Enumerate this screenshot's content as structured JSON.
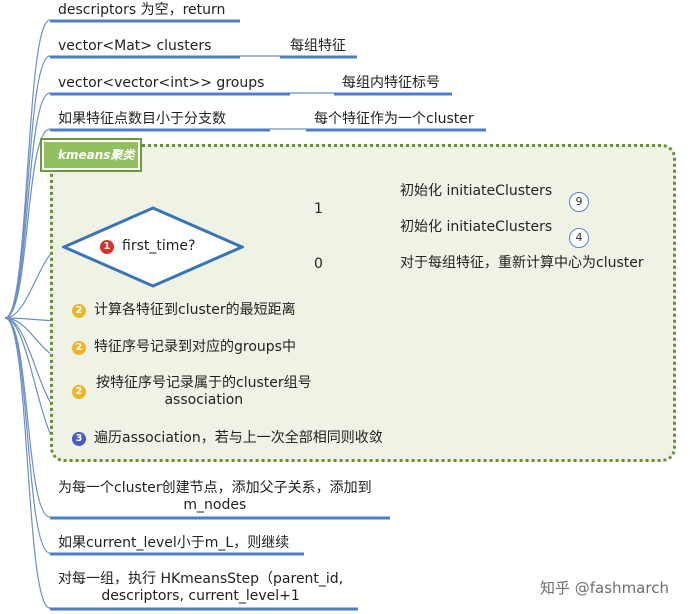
{
  "frame": {
    "title": "kmeans聚类"
  },
  "nodes": {
    "descriptors_empty": "descriptors 为空，return",
    "clusters_decl": "vector<Mat> clusters",
    "clusters_note": "每组特征",
    "groups_decl": "vector<vector<int>> groups",
    "groups_note": "每组内特征标号",
    "small_count": "如果特征点数目小于分支数",
    "small_count_note": "每个特征作为一个cluster",
    "first_time": "first_time?",
    "branch_1": "1",
    "branch_0": "0",
    "init_a": "初始化 initiateClusters",
    "init_b": "初始化 initiateClusters",
    "recompute": "对于每组特征，重新计算中心为cluster",
    "calc_dist": "计算各特征到cluster的最短距离",
    "record_groups": "特征序号记录到对应的groups中",
    "assoc_line1": "按特征序号记录属于的cluster组号",
    "assoc_line2": "association",
    "iterate": "遍历association，若与上一次全部相同则收敛",
    "create_node_line1": "为每一个cluster创建节点，添加父子关系，添加到",
    "create_node_line2": "m_nodes",
    "continue_if": "如果current_level小于m_L，则继续",
    "recurse_line1": "对每一组，执行 HKmeansStep（parent_id,",
    "recurse_line2": "descriptors, current_level+1"
  },
  "badges": {
    "first_time": "1",
    "calc_dist": "2",
    "record_groups": "2",
    "association": "2",
    "iterate": "3"
  },
  "links": {
    "to_9": "9",
    "to_4": "4"
  },
  "watermark": "知乎 @fashmarch"
}
